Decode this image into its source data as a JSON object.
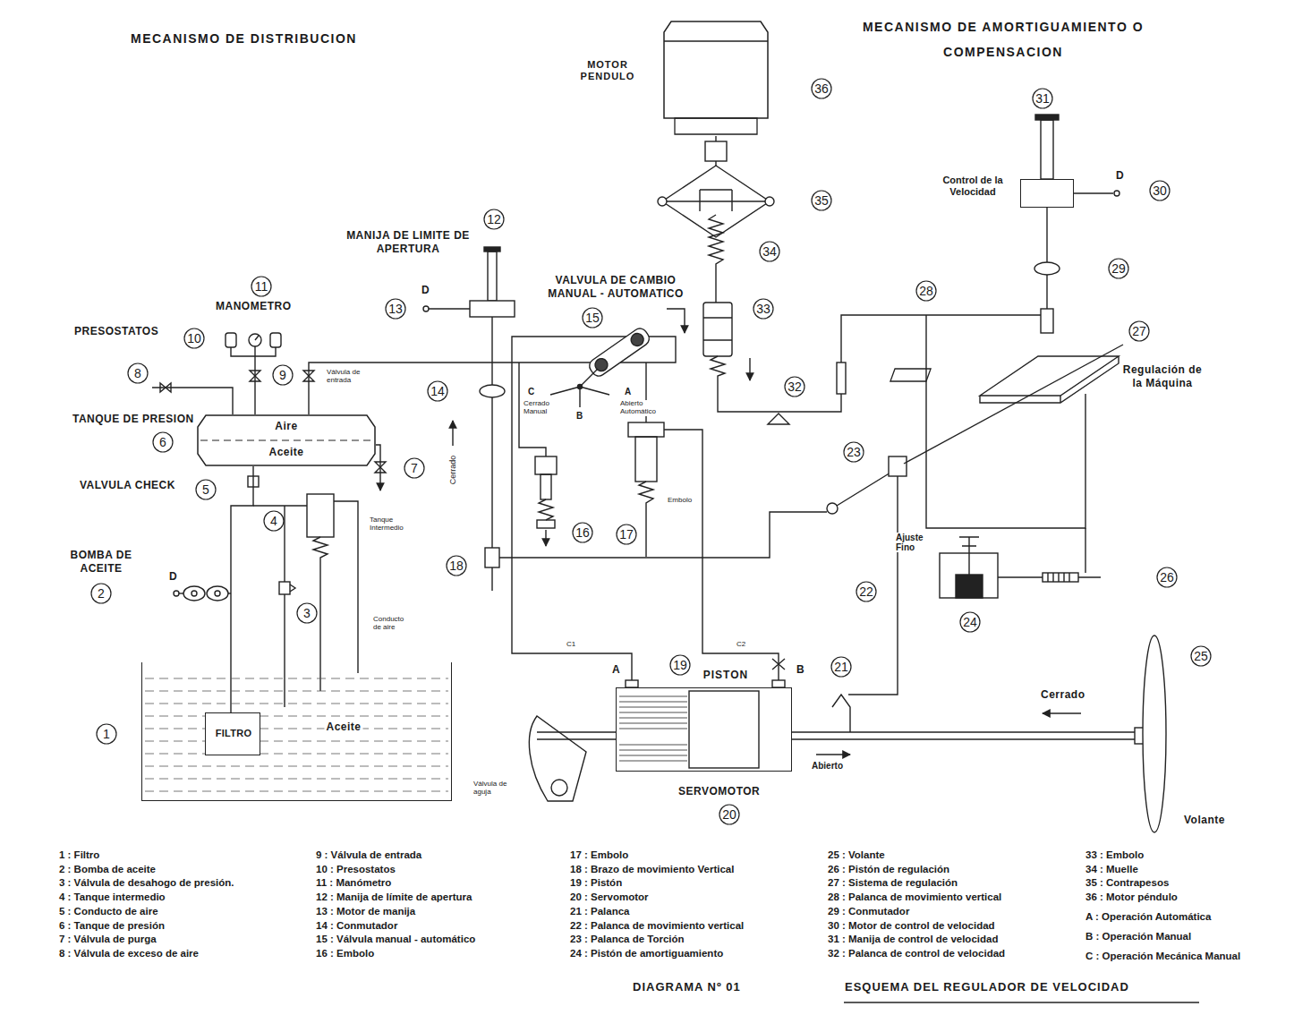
{
  "diagram": {
    "nodes": [
      {
        "text": [
          "Aire",
          "Aceite"
        ]
      },
      {
        "text": [
          "Aceite"
        ]
      },
      {
        "text": [
          "FILTRO"
        ],
        "in": 1
      },
      {
        "text": [
          "PISTON"
        ]
      },
      {
        "text": [
          "MOTOR PENDULO"
        ]
      },
      {
        "text": [
          "Control de la Velocidad"
        ]
      }
    ],
    "edges": [
      {
        "from": 1,
        "to": 0,
        "arrow": "none"
      }
    ],
    "labels": [
      "MECANISMO DE DISTRIBUCION",
      "MECANISMO DE AMORTIGUAMIENTO O COMPENSACION",
      "MANIJA DE LIMITE DE APERTURA",
      "VALVULA DE CAMBIO MANUAL - AUTOMATICO",
      "MANOMETRO",
      "PRESOSTATOS",
      "TANQUE DE PRESION",
      "VALVULA CHECK",
      "BOMBA DE ACEITE",
      "Válvula de entrada",
      "Tanque Intermedio",
      "Conducto de aire",
      "Cerrado",
      "C",
      "Cerrado Manual",
      "B",
      "A",
      "Abierto Automático",
      "Embolo",
      "Ajuste Fino",
      "Regulación de la Máquina",
      "C1",
      "C2",
      "A",
      "B",
      "SERVOMOTOR",
      "Válvula de aguja",
      "Abierto",
      "Cerrado",
      "Volante",
      "D",
      "D",
      "D",
      "1",
      "2",
      "3",
      "4",
      "5",
      "6",
      "7",
      "8",
      "9",
      "10",
      "11",
      "12",
      "13",
      "14",
      "15",
      "16",
      "17",
      "18",
      "19",
      "20",
      "21",
      "22",
      "23",
      "24",
      "25",
      "26",
      "27",
      "28",
      "29",
      "30",
      "31",
      "32",
      "33",
      "34",
      "35",
      "36",
      "1 : Filtro",
      "2 : Bomba de aceite",
      "3 : Válvula de desahogo de presión.",
      "4 : Tanque intermedio",
      "5 : Conducto de aire",
      "6 : Tanque de presión",
      "7 : Válvula de purga",
      "8 : Válvula de exceso de aire",
      "9 : Válvula de entrada",
      "10 : Presostatos",
      "11 : Manómetro",
      "12 : Manija de límite de apertura",
      "13 : Motor de manija",
      "14 : Conmutador",
      "15 : Válvula manual - automático",
      "16 : Embolo",
      "17 : Embolo",
      "18 : Brazo de movimiento Vertical",
      "19 : Pistón",
      "20 : Servomotor",
      "21 : Palanca",
      "22 : Palanca de movimiento vertical",
      "23 : Palanca de Torción",
      "24 : Pistón de amortiguamiento",
      "25 : Volante",
      "26 : Pistón de regulación",
      "27 : Sistema de regulación",
      "28 : Palanca de movimiento vertical",
      "29 : Conmutador",
      "30 : Motor de control de velocidad",
      "31 : Manija de control de velocidad",
      "32 : Palanca de control de velocidad",
      "33 : Embolo",
      "34 : Muelle",
      "35 : Contrapesos",
      "36 : Motor péndulo",
      "A : Operación Automática",
      "B : Operación Manual",
      "C : Operación Mecánica Manual",
      "DIAGRAMA Nº 01",
      "ESQUEMA DEL REGULADOR DE VELOCIDAD"
    ]
  }
}
